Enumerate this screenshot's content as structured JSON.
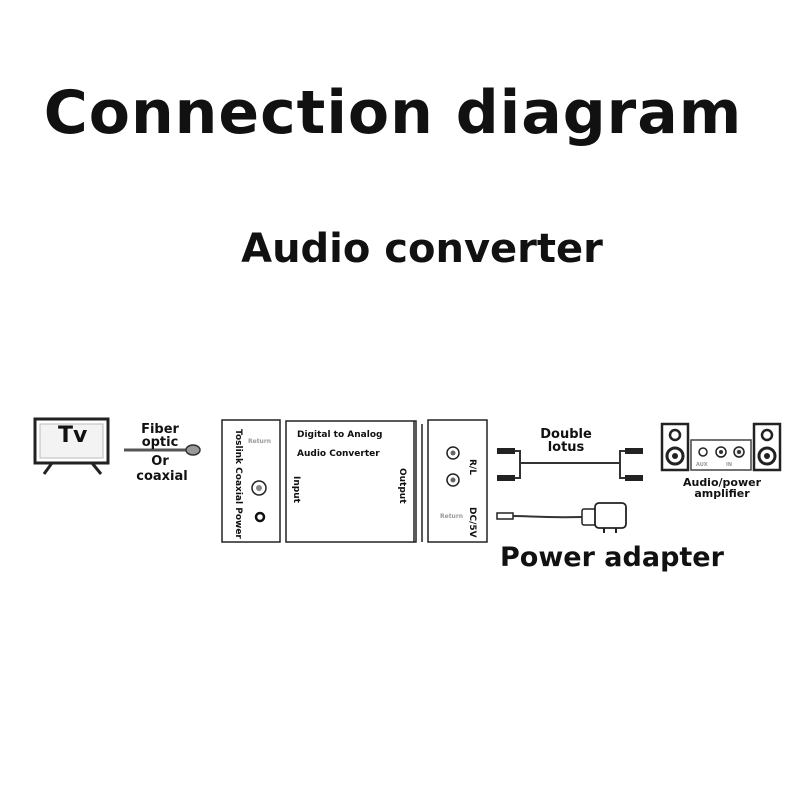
{
  "title": "Connection diagram",
  "subtitle": "Audio converter",
  "tv": {
    "label": "Tv"
  },
  "cable_left": {
    "line1": "Fiber",
    "line2": "optic",
    "line3": "Or",
    "line4": "coaxial"
  },
  "converter": {
    "panel_left": {
      "port_labels": "Toslink  Coaxial   Power",
      "return_label": "Return"
    },
    "body": {
      "line1": "Digital to Analog",
      "line2": "Audio Converter",
      "input_label": "Input",
      "output_label": "Output"
    },
    "panel_right": {
      "rl_label": "R/L",
      "dc_label": "DC/5V",
      "return_label": "Return"
    }
  },
  "cable_right": {
    "line1": "Double",
    "line2": "lotus"
  },
  "amplifier": {
    "line1": "Audio/power",
    "line2": "amplifier",
    "jack1": "AUX",
    "jack2": "IN"
  },
  "power_adapter": {
    "label": "Power adapter"
  }
}
